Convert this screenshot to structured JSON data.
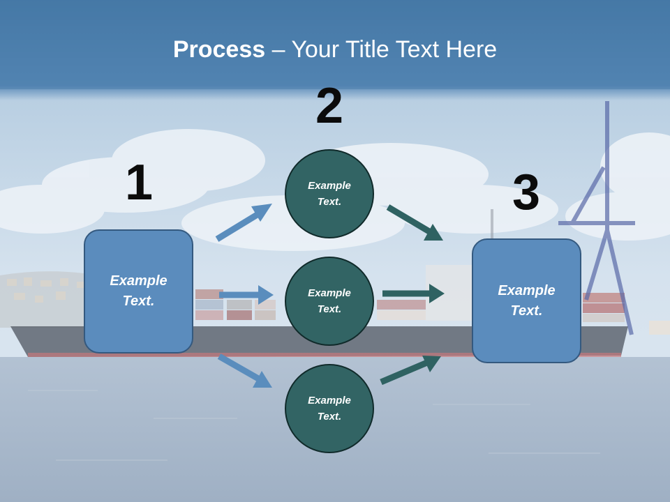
{
  "slide": {
    "title_strong": "Process",
    "title_rest": " – Your Title Text Here"
  },
  "steps": {
    "one": {
      "number": "1",
      "box_line1": "Example",
      "box_line2": "Text."
    },
    "two": {
      "number": "2",
      "circles": [
        {
          "line1": "Example",
          "line2": "Text."
        },
        {
          "line1": "Example",
          "line2": "Text."
        },
        {
          "line1": "Example",
          "line2": "Text."
        }
      ]
    },
    "three": {
      "number": "3",
      "box_line1": "Example",
      "box_line2": "Text."
    }
  },
  "colors": {
    "header_band": "#4a7eac",
    "box_fill": "#5b8cbd",
    "circle_fill": "#326464",
    "arrow_blue": "#5a8dbd",
    "arrow_teal": "#2f6262"
  }
}
